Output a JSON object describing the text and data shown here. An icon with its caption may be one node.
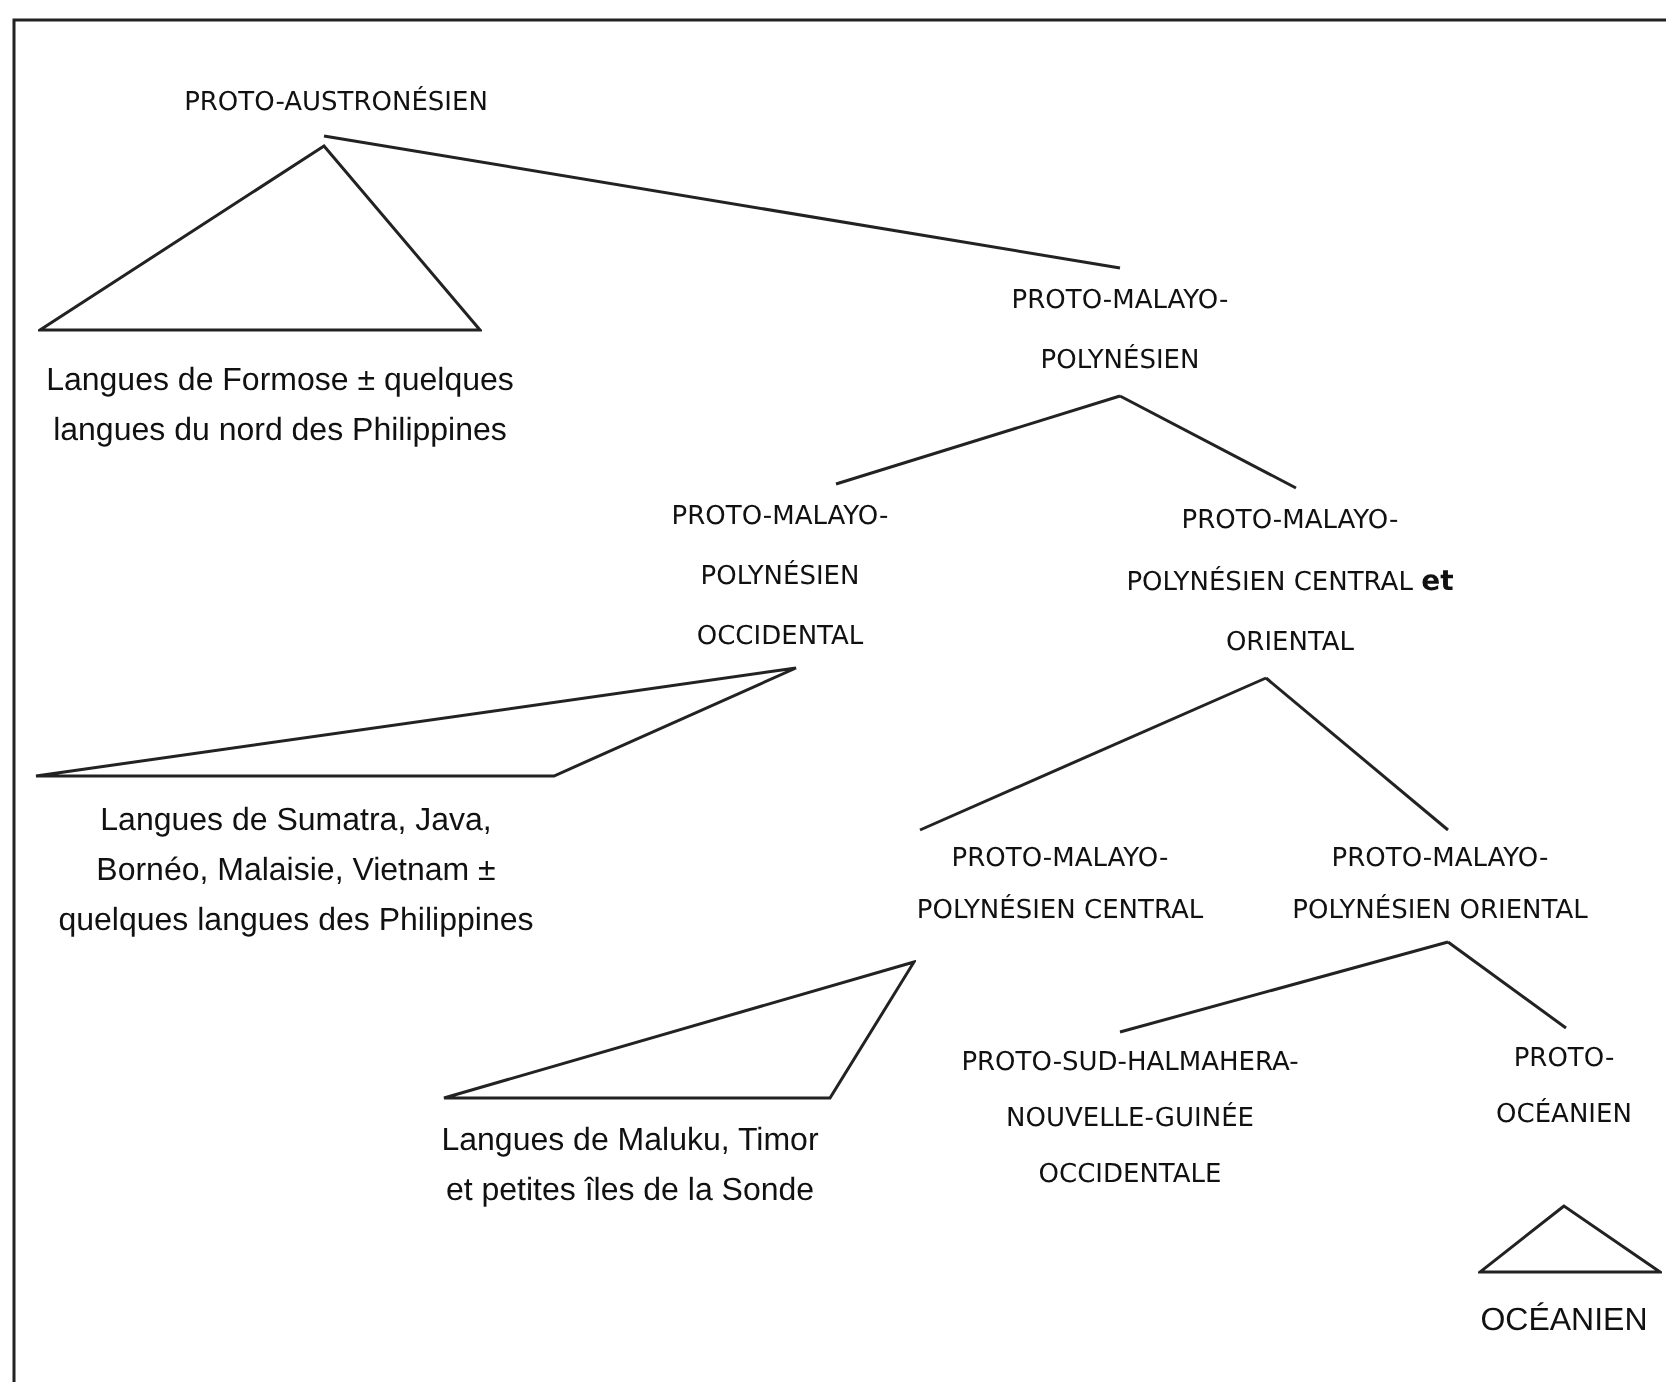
{
  "diagram": {
    "nodes": [
      {
        "text": [
          "PROTO-AUSTRONÉSIEN"
        ]
      },
      {
        "text": [],
        "shape": "triangle",
        "beside": [
          "Langues de Formose ± quelques langues du nord des Philippines"
        ]
      },
      {
        "text": [
          "PROTO-MALAYO- POLYNÉSIEN"
        ]
      },
      {
        "text": [
          "PROTO-MALAYO- POLYNÉSIEN OCCIDENTAL"
        ]
      },
      {
        "text": [
          "PROTO-MALAYO- POLYNÉSIEN CENTRAL **et** ORIENTAL"
        ]
      },
      {
        "text": [],
        "shape": "triangle",
        "beside": [
          "Langues de Sumatra, Java, Bornéo, Malaisie, Vietnam ± quelques langues des Philippines"
        ]
      },
      {
        "text": [
          "PROTO-MALAYO- POLYNÉSIEN CENTRAL"
        ]
      },
      {
        "text": [
          "PROTO-MALAYO- POLYNÉSIEN ORIENTAL"
        ]
      },
      {
        "text": [],
        "shape": "triangle",
        "beside": [
          "Langues de Maluku, Timor et petites îles de la Sonde"
        ]
      },
      {
        "text": [
          "PROTO-SUD-HALMAHERA- NOUVELLE-GUINÉE OCCIDENTALE"
        ]
      },
      {
        "text": [
          "PROTO- OCÉANIEN"
        ]
      },
      {
        "text": [],
        "shape": "triangle",
        "beside": [
          "OCÉANIEN"
        ]
      }
    ],
    "edges": [
      {
        "from": 0,
        "to": 2,
        "arrow": "none"
      },
      {
        "from": 2,
        "to": 3,
        "arrow": "none"
      },
      {
        "from": 2,
        "to": 4,
        "arrow": "none"
      },
      {
        "from": 4,
        "to": 6,
        "arrow": "none"
      },
      {
        "from": 4,
        "to": 7,
        "arrow": "none"
      },
      {
        "from": 7,
        "to": 9,
        "arrow": "none"
      },
      {
        "from": 7,
        "to": 10,
        "arrow": "none"
      }
    ]
  }
}
